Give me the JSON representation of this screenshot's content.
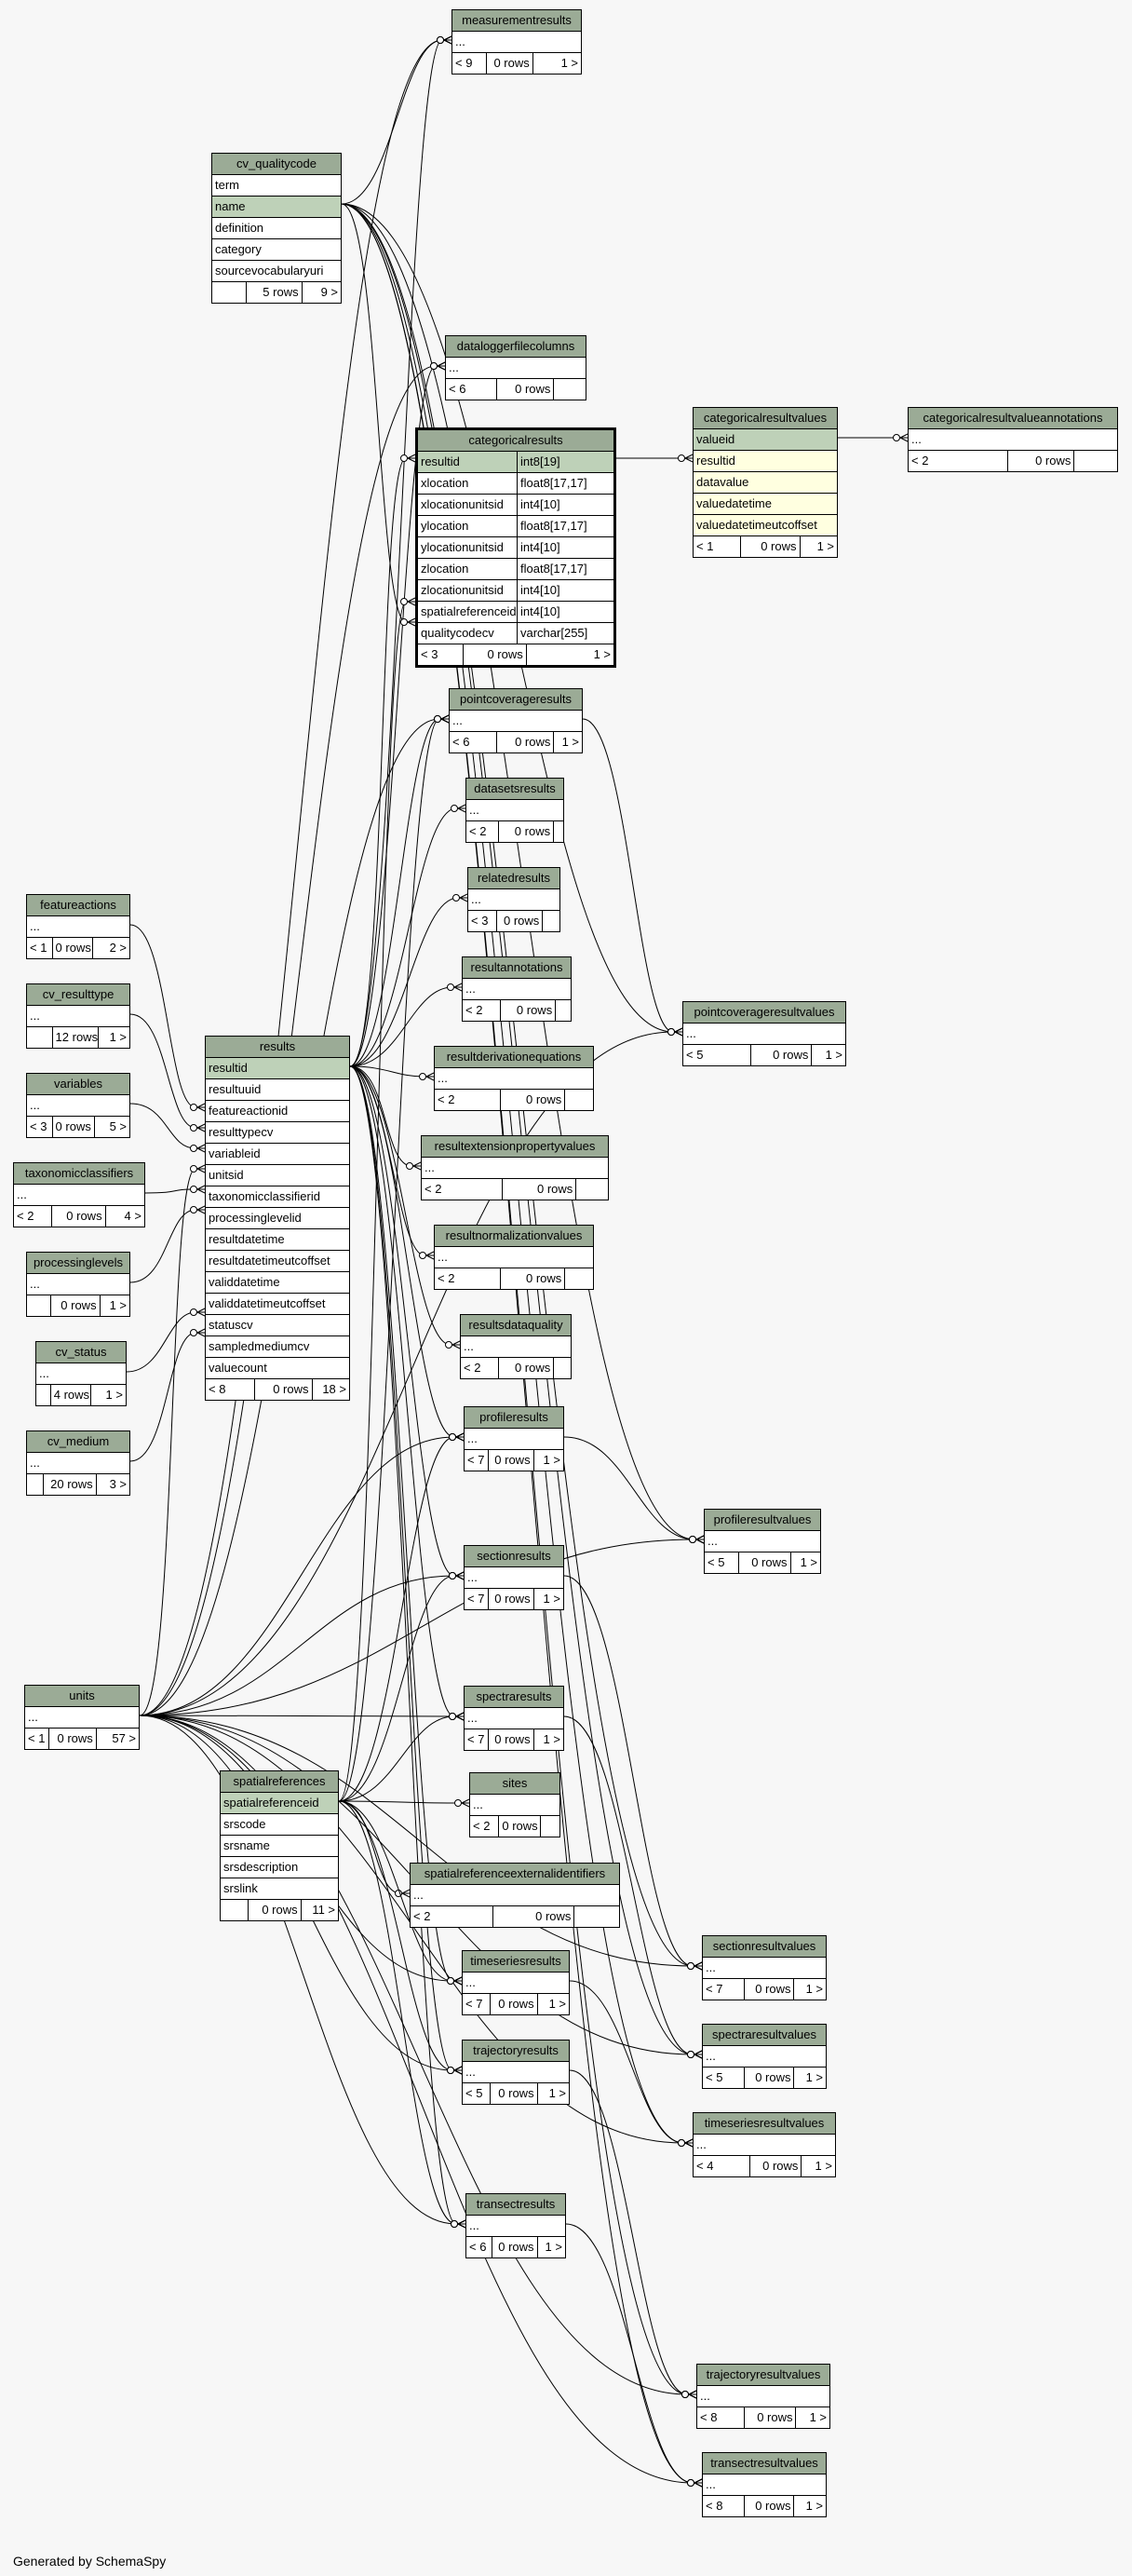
{
  "footer": "Generated by SchemaSpy",
  "tables": [
    {
      "name": "measurementresults",
      "rows": [
        "..."
      ],
      "footer": [
        "< 9",
        "0 rows",
        "1 >"
      ]
    },
    {
      "name": "cv_qualitycode",
      "rows": [
        "term",
        "name",
        "definition",
        "category",
        "sourcevocabularyuri"
      ],
      "pk": [
        1
      ],
      "footer": [
        "",
        "5 rows",
        "9 >"
      ]
    },
    {
      "name": "dataloggerfilecolumns",
      "rows": [
        "..."
      ],
      "footer": [
        "< 6",
        "0 rows",
        ""
      ]
    },
    {
      "name": "categoricalresults",
      "rows": [
        "resultid",
        "xlocation",
        "xlocationunitsid",
        "ylocation",
        "ylocationunitsid",
        "zlocation",
        "zlocationunitsid",
        "spatialreferenceid",
        "qualitycodecv"
      ],
      "types": [
        "int8[19]",
        "float8[17,17]",
        "int4[10]",
        "float8[17,17]",
        "int4[10]",
        "float8[17,17]",
        "int4[10]",
        "int4[10]",
        "varchar[255]"
      ],
      "pk": [
        0
      ],
      "footer": [
        "< 3",
        "0 rows",
        "1 >"
      ]
    },
    {
      "name": "categoricalresultvalues",
      "rows": [
        "valueid",
        "resultid",
        "datavalue",
        "valuedatetime",
        "valuedatetimeutcoffset"
      ],
      "pk": [
        0
      ],
      "fk": [
        1,
        2,
        3,
        4
      ],
      "footer": [
        "< 1",
        "0 rows",
        "1 >"
      ]
    },
    {
      "name": "categoricalresultvalueannotations",
      "rows": [
        "..."
      ],
      "footer": [
        "< 2",
        "0 rows",
        ""
      ]
    },
    {
      "name": "pointcoverageresults",
      "rows": [
        "..."
      ],
      "footer": [
        "< 6",
        "0 rows",
        "1 >"
      ]
    },
    {
      "name": "datasetsresults",
      "rows": [
        "..."
      ],
      "footer": [
        "< 2",
        "0 rows",
        ""
      ]
    },
    {
      "name": "relatedresults",
      "rows": [
        "..."
      ],
      "footer": [
        "< 3",
        "0 rows",
        ""
      ]
    },
    {
      "name": "resultannotations",
      "rows": [
        "..."
      ],
      "footer": [
        "< 2",
        "0 rows",
        ""
      ]
    },
    {
      "name": "featureactions",
      "rows": [
        "..."
      ],
      "footer": [
        "< 1",
        "0 rows",
        "2 >"
      ]
    },
    {
      "name": "cv_resulttype",
      "rows": [
        "..."
      ],
      "footer": [
        "",
        "12 rows",
        "1 >"
      ]
    },
    {
      "name": "results",
      "rows": [
        "resultid",
        "resultuuid",
        "featureactionid",
        "resulttypecv",
        "variableid",
        "unitsid",
        "taxonomicclassifierid",
        "processinglevelid",
        "resultdatetime",
        "resultdatetimeutcoffset",
        "validdatetime",
        "validdatetimeutcoffset",
        "statuscv",
        "sampledmediumcv",
        "valuecount"
      ],
      "pk": [
        0
      ],
      "footer": [
        "< 8",
        "0 rows",
        "18 >"
      ]
    },
    {
      "name": "pointcoverageresultvalues",
      "rows": [
        "..."
      ],
      "footer": [
        "< 5",
        "0 rows",
        "1 >"
      ]
    },
    {
      "name": "resultderivationequations",
      "rows": [
        "..."
      ],
      "footer": [
        "< 2",
        "0 rows",
        ""
      ]
    },
    {
      "name": "variables",
      "rows": [
        "..."
      ],
      "footer": [
        "< 3",
        "0 rows",
        "5 >"
      ]
    },
    {
      "name": "taxonomicclassifiers",
      "rows": [
        "..."
      ],
      "footer": [
        "< 2",
        "0 rows",
        "4 >"
      ]
    },
    {
      "name": "resultextensionpropertyvalues",
      "rows": [
        "..."
      ],
      "footer": [
        "< 2",
        "0 rows",
        ""
      ]
    },
    {
      "name": "processinglevels",
      "rows": [
        "..."
      ],
      "footer": [
        "",
        "0 rows",
        "1 >"
      ]
    },
    {
      "name": "resultnormalizationvalues",
      "rows": [
        "..."
      ],
      "footer": [
        "< 2",
        "0 rows",
        ""
      ]
    },
    {
      "name": "cv_status",
      "rows": [
        "..."
      ],
      "footer": [
        "",
        "4 rows",
        "1 >"
      ]
    },
    {
      "name": "resultsdataquality",
      "rows": [
        "..."
      ],
      "footer": [
        "< 2",
        "0 rows",
        ""
      ]
    },
    {
      "name": "cv_medium",
      "rows": [
        "..."
      ],
      "footer": [
        "",
        "20 rows",
        "3 >"
      ]
    },
    {
      "name": "profileresults",
      "rows": [
        "..."
      ],
      "footer": [
        "< 7",
        "0 rows",
        "1 >"
      ]
    },
    {
      "name": "profileresultvalues",
      "rows": [
        "..."
      ],
      "footer": [
        "< 5",
        "0 rows",
        "1 >"
      ]
    },
    {
      "name": "sectionresults",
      "rows": [
        "..."
      ],
      "footer": [
        "< 7",
        "0 rows",
        "1 >"
      ]
    },
    {
      "name": "units",
      "rows": [
        "..."
      ],
      "footer": [
        "< 1",
        "0 rows",
        "57 >"
      ]
    },
    {
      "name": "spectraresults",
      "rows": [
        "..."
      ],
      "footer": [
        "< 7",
        "0 rows",
        "1 >"
      ]
    },
    {
      "name": "spatialreferences",
      "rows": [
        "spatialreferenceid",
        "srscode",
        "srsname",
        "srsdescription",
        "srslink"
      ],
      "pk": [
        0
      ],
      "footer": [
        "",
        "0 rows",
        "11 >"
      ]
    },
    {
      "name": "sites",
      "rows": [
        "..."
      ],
      "footer": [
        "< 2",
        "0 rows",
        ""
      ]
    },
    {
      "name": "spatialreferenceexternalidentifiers",
      "rows": [
        "..."
      ],
      "footer": [
        "< 2",
        "0 rows",
        ""
      ]
    },
    {
      "name": "sectionresultvalues",
      "rows": [
        "..."
      ],
      "footer": [
        "< 7",
        "0 rows",
        "1 >"
      ]
    },
    {
      "name": "timeseriesresults",
      "rows": [
        "..."
      ],
      "footer": [
        "< 7",
        "0 rows",
        "1 >"
      ]
    },
    {
      "name": "spectraresultvalues",
      "rows": [
        "..."
      ],
      "footer": [
        "< 5",
        "0 rows",
        "1 >"
      ]
    },
    {
      "name": "trajectoryresults",
      "rows": [
        "..."
      ],
      "footer": [
        "< 5",
        "0 rows",
        "1 >"
      ]
    },
    {
      "name": "timeseriesresultvalues",
      "rows": [
        "..."
      ],
      "footer": [
        "< 4",
        "0 rows",
        "1 >"
      ]
    },
    {
      "name": "transectresults",
      "rows": [
        "..."
      ],
      "footer": [
        "< 6",
        "0 rows",
        "1 >"
      ]
    },
    {
      "name": "trajectoryresultvalues",
      "rows": [
        "..."
      ],
      "footer": [
        "< 8",
        "0 rows",
        "1 >"
      ]
    },
    {
      "name": "transectresultvalues",
      "rows": [
        "..."
      ],
      "footer": [
        "< 8",
        "0 rows",
        "1 >"
      ]
    }
  ],
  "colors": {
    "header": "#9bab96",
    "primary_key": "#bed1b8",
    "foreign_key": "#ffffe0",
    "background": "#f7f7f7"
  }
}
